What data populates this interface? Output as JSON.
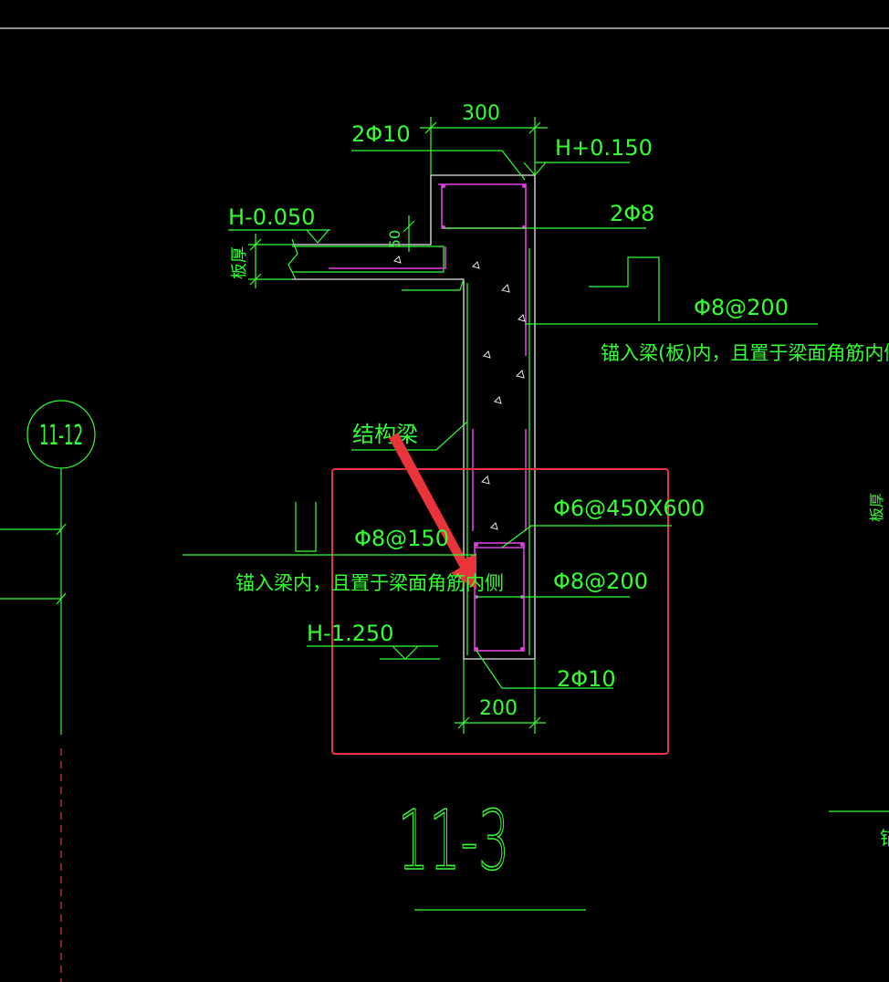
{
  "colors": {
    "background": "#000000",
    "cad_green": "#33ff33",
    "outline": "#e6e6e6",
    "rebar": "#e040e0",
    "annotation_red": "#e8343a"
  },
  "labels": {
    "dim_300": "300",
    "rebar_top": "2Φ10",
    "elev_top": "H+0.150",
    "elev_slab": "H-0.050",
    "slab_thickness": "板厚",
    "dim_50": "50",
    "rebar_2phi8": "2Φ8",
    "stirrup_upper": "Φ8@200",
    "anchor_note_right": "锚入梁(板)内，且置于梁面角筋内侧",
    "structural_beam": "结构梁",
    "tie_bar": "Φ6@450X600",
    "stirrup_left": "Φ8@150",
    "stirrup_lower": "Φ8@200",
    "anchor_note_left": "锚入梁内，且置于梁面角筋内侧",
    "elev_bottom": "H-1.250",
    "rebar_bottom": "2Φ10",
    "dim_200": "200",
    "section_title": "11-3",
    "axis_label": "11-12",
    "right_edge_text": "板厚",
    "right_edge_text2": "锚"
  }
}
